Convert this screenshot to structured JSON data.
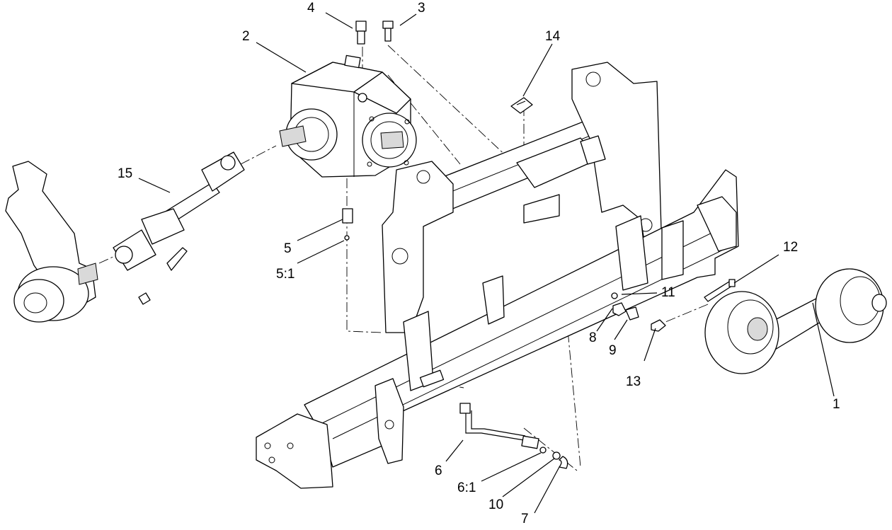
{
  "callouts": [
    {
      "id": "c1",
      "text": "1"
    },
    {
      "id": "c2",
      "text": "2"
    },
    {
      "id": "c3",
      "text": "3"
    },
    {
      "id": "c4",
      "text": "4"
    },
    {
      "id": "c5",
      "text": "5"
    },
    {
      "id": "c51",
      "text": "5:1"
    },
    {
      "id": "c6",
      "text": "6"
    },
    {
      "id": "c61",
      "text": "6:1"
    },
    {
      "id": "c7",
      "text": "7"
    },
    {
      "id": "c8",
      "text": "8"
    },
    {
      "id": "c9",
      "text": "9"
    },
    {
      "id": "c10",
      "text": "10"
    },
    {
      "id": "c11",
      "text": "11"
    },
    {
      "id": "c12",
      "text": "12"
    },
    {
      "id": "c13",
      "text": "13"
    },
    {
      "id": "c14",
      "text": "14"
    },
    {
      "id": "c15",
      "text": "15"
    }
  ]
}
